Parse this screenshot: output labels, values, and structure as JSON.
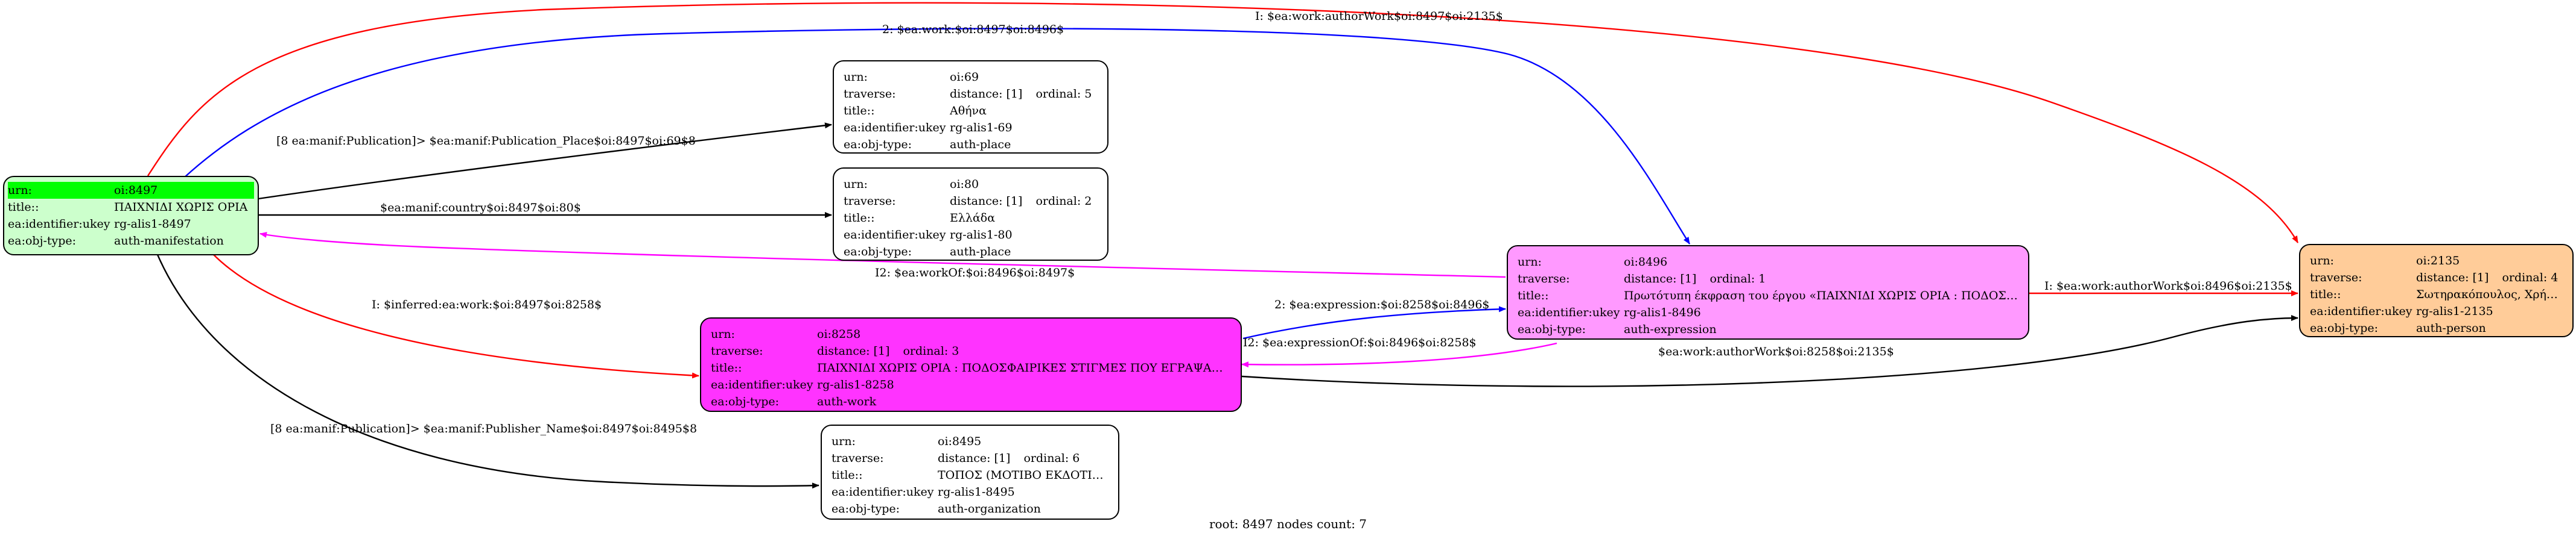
{
  "colors": {
    "root_fill": "#ccffcc",
    "work_fill": "#ff33ff",
    "expression_fill": "#ff99ff",
    "person_fill": "#ffcc99",
    "plain_fill": "#ffffff",
    "highlight": "#00ff00",
    "edge_black": "#000000",
    "edge_red": "#ff0000",
    "edge_blue": "#0000ff",
    "edge_magenta": "#ff00ff"
  },
  "nodes": {
    "root": {
      "rows": [
        {
          "k": "urn:",
          "v": "oi:8497"
        },
        {
          "k": "title::",
          "v": "ΠΑΙΧΝΙΔΙ ΧΩΡΙΣ ΟΡΙΑ"
        },
        {
          "k": "ea:identifier:ukey",
          "v": "rg-alis1-8497"
        },
        {
          "k": "ea:obj-type:",
          "v": "auth-manifestation"
        }
      ]
    },
    "n69": {
      "rows": [
        {
          "k": "urn:",
          "v": "oi:69"
        },
        {
          "k": "traverse:",
          "v": "distance: [1]",
          "v2": "ordinal: 5"
        },
        {
          "k": "title::",
          "v": "Αθήνα"
        },
        {
          "k": "ea:identifier:ukey",
          "v": "rg-alis1-69"
        },
        {
          "k": "ea:obj-type:",
          "v": "auth-place"
        }
      ]
    },
    "n80": {
      "rows": [
        {
          "k": "urn:",
          "v": "oi:80"
        },
        {
          "k": "traverse:",
          "v": "distance: [1]",
          "v2": "ordinal: 2"
        },
        {
          "k": "title::",
          "v": "Ελλάδα"
        },
        {
          "k": "ea:identifier:ukey",
          "v": "rg-alis1-80"
        },
        {
          "k": "ea:obj-type:",
          "v": "auth-place"
        }
      ]
    },
    "n8496": {
      "rows": [
        {
          "k": "urn:",
          "v": "oi:8496"
        },
        {
          "k": "traverse:",
          "v": "distance: [1]",
          "v2": "ordinal: 1"
        },
        {
          "k": "title::",
          "v": "Πρωτότυπη έκφραση του έργου «ΠΑΙΧΝΙΔΙ ΧΩΡΙΣ ΟΡΙΑ : ΠΟΔΟΣΦΑ..."
        },
        {
          "k": "ea:identifier:ukey",
          "v": "rg-alis1-8496"
        },
        {
          "k": "ea:obj-type:",
          "v": "auth-expression"
        }
      ]
    },
    "n8258": {
      "rows": [
        {
          "k": "urn:",
          "v": "oi:8258"
        },
        {
          "k": "traverse:",
          "v": "distance: [1]",
          "v2": "ordinal: 3"
        },
        {
          "k": "title::",
          "v": "ΠΑΙΧΝΙΔΙ ΧΩΡΙΣ ΟΡΙΑ : ΠΟΔΟΣΦΑΙΡΙΚΕΣ ΣΤΙΓΜΕΣ ΠΟΥ ΕΓΡΑΨΑΝ ΙΣ..."
        },
        {
          "k": "ea:identifier:ukey",
          "v": "rg-alis1-8258"
        },
        {
          "k": "ea:obj-type:",
          "v": "auth-work"
        }
      ]
    },
    "n2135": {
      "rows": [
        {
          "k": "urn:",
          "v": "oi:2135"
        },
        {
          "k": "traverse:",
          "v": "distance: [1]",
          "v2": "ordinal: 4"
        },
        {
          "k": "title::",
          "v": "Σωτηρακόπουλος, Χρήστος"
        },
        {
          "k": "ea:identifier:ukey",
          "v": "rg-alis1-2135"
        },
        {
          "k": "ea:obj-type:",
          "v": "auth-person"
        }
      ]
    },
    "n8495": {
      "rows": [
        {
          "k": "urn:",
          "v": "oi:8495"
        },
        {
          "k": "traverse:",
          "v": "distance: [1]",
          "v2": "ordinal: 6"
        },
        {
          "k": "title::",
          "v": "ΤΟΠΟΣ (ΜΟΤΙΒΟ ΕΚΔΟΤΙΚΗ)"
        },
        {
          "k": "ea:identifier:ukey",
          "v": "rg-alis1-8495"
        },
        {
          "k": "ea:obj-type:",
          "v": "auth-organization"
        }
      ]
    }
  },
  "edges": {
    "authorWork_8497_2135": "I: $ea:work:authorWork$oi:8497$oi:2135$",
    "work_8497_8496": "2: $ea:work:$oi:8497$oi:8496$",
    "publication_place_8497_69": "[8 ea:manif:Publication]> $ea:manif:Publication_Place$oi:8497$oi:69$8",
    "country_8497_80": "$ea:manif:country$oi:8497$oi:80$",
    "workOf_8496_8497": "I2: $ea:workOf:$oi:8496$oi:8497$",
    "authorWork_8496_2135": "I: $ea:work:authorWork$oi:8496$oi:2135$",
    "inferred_work_8497_8258": "I: $inferred:ea:work:$oi:8497$oi:8258$",
    "expression_8258_8496": "2: $ea:expression:$oi:8258$oi:8496$",
    "expressionOf_8496_8258": "I2: $ea:expressionOf:$oi:8496$oi:8258$",
    "authorWork_8258_2135": "$ea:work:authorWork$oi:8258$oi:2135$",
    "publisher_name_8497_8495": "[8 ea:manif:Publication]> $ea:manif:Publisher_Name$oi:8497$oi:8495$8"
  },
  "footer": "root: 8497 nodes count: 7"
}
